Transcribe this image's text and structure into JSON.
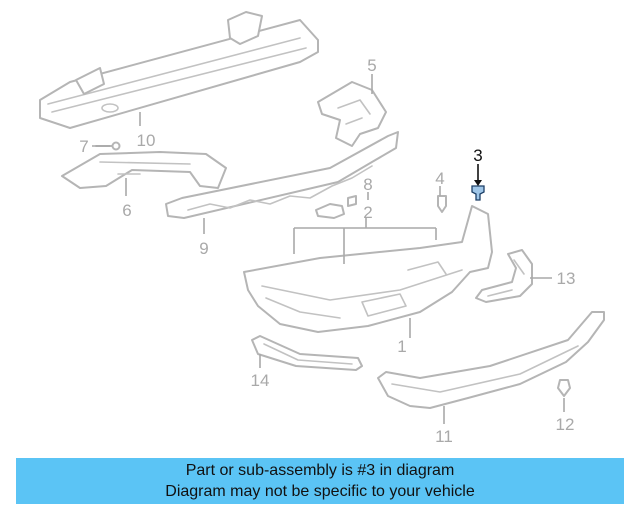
{
  "diagram": {
    "callouts": [
      "1",
      "2",
      "3",
      "4",
      "5",
      "6",
      "7",
      "8",
      "9",
      "10",
      "11",
      "12",
      "13",
      "14"
    ],
    "highlighted_callout": "3",
    "colors": {
      "part_line": "#b5b5b5",
      "highlight_text": "#111111",
      "banner_background": "#5bc4f5"
    }
  },
  "banner": {
    "line1": "Part or sub-assembly is #3 in diagram",
    "line2": "Diagram may not be specific to your vehicle"
  }
}
